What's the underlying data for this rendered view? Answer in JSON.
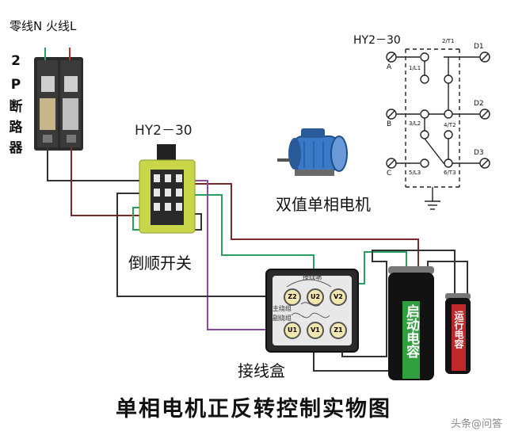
{
  "breaker": {
    "top_label": "零线N   火线L",
    "side_label": [
      "2",
      "P",
      "断",
      "路",
      "器"
    ]
  },
  "switch": {
    "model": "HY2－30",
    "name": "倒顺开关"
  },
  "motor": {
    "name": "双值单相电机"
  },
  "junction_box": {
    "name": "接线盒",
    "header": "接线端",
    "side_labels": [
      "主绕组",
      "副绕组"
    ],
    "terminals_top": [
      "Z2",
      "U2",
      "V2"
    ],
    "terminals_bottom": [
      "U1",
      "V1",
      "Z1"
    ]
  },
  "schematic": {
    "model": "HY2－30",
    "left_terminals": [
      "A",
      "B",
      "C"
    ],
    "right_terminals": [
      "D1",
      "D2",
      "D3"
    ],
    "contacts": [
      "1/L1",
      "2/T1",
      "3/L2",
      "4/T2",
      "5/L3",
      "6/T3"
    ]
  },
  "capacitors": {
    "start": "启动电容",
    "run": "运行电容"
  },
  "title": "单相电机正反转控制实物图",
  "watermark": "头条@问答",
  "colors": {
    "wire_brown": "#7a2a2a",
    "wire_green": "#2aa060",
    "wire_purple": "#8a4aa8",
    "wire_black": "#333333",
    "start_cap_band": "#2e9e3e",
    "run_cap_band": "#c0282a",
    "switch_body": "#c8d64a",
    "motor_blue": "#3a78c8"
  }
}
